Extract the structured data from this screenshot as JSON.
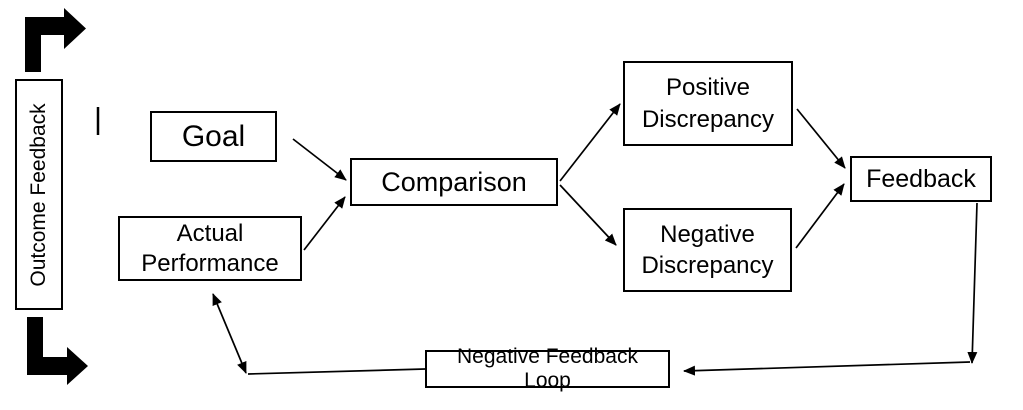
{
  "diagram": {
    "nodes": {
      "outcome_feedback": {
        "label": "Outcome Feedback"
      },
      "goal": {
        "label": "Goal"
      },
      "actual_performance": {
        "label": "Actual Performance"
      },
      "comparison": {
        "label": "Comparison"
      },
      "positive_discrepancy": {
        "label": "Positive Discrepancy"
      },
      "negative_discrepancy": {
        "label": "Negative Discrepancy"
      },
      "feedback": {
        "label": "Feedback"
      },
      "negative_feedback_loop": {
        "label": "Negative Feedback Loop"
      }
    },
    "edges": [
      {
        "from": "goal",
        "to": "comparison",
        "arrow": "single"
      },
      {
        "from": "actual_performance",
        "to": "comparison",
        "arrow": "single"
      },
      {
        "from": "comparison",
        "to": "positive_discrepancy",
        "arrow": "single"
      },
      {
        "from": "comparison",
        "to": "negative_discrepancy",
        "arrow": "single"
      },
      {
        "from": "positive_discrepancy",
        "to": "feedback",
        "arrow": "single"
      },
      {
        "from": "negative_discrepancy",
        "to": "feedback",
        "arrow": "single"
      },
      {
        "from": "feedback",
        "to": "negative_feedback_loop",
        "arrow": "single",
        "path": "down-then-left"
      },
      {
        "from": "negative_feedback_loop",
        "to": "actual_performance",
        "arrow": "double"
      }
    ],
    "icons": [
      {
        "name": "bent-arrow-up-right-icon"
      },
      {
        "name": "bent-arrow-down-right-icon"
      }
    ],
    "colors": {
      "stroke": "#000000",
      "fill": "#ffffff",
      "text": "#000000"
    }
  }
}
